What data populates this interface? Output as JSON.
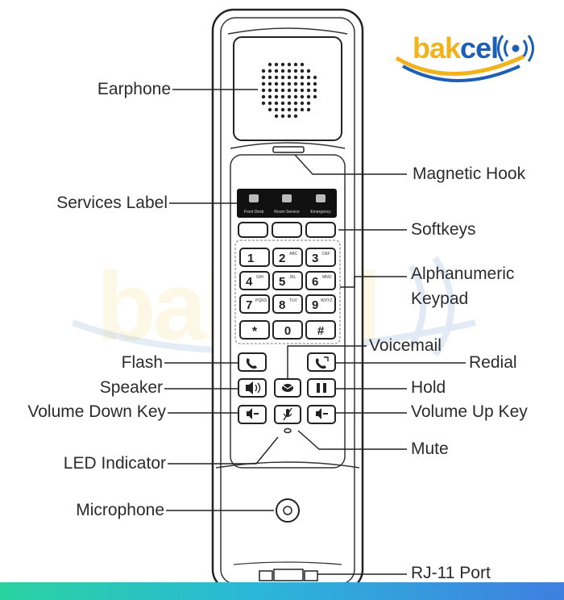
{
  "brand": {
    "part1": "bak",
    "part2": "cel"
  },
  "labels": {
    "earphone": "Earphone",
    "magnetic_hook": "Magnetic Hook",
    "services_label": "Services Label",
    "softkeys": "Softkeys",
    "alphanumeric_line1": "Alphanumeric",
    "alphanumeric_line2": "Keypad",
    "voicemail": "Voicemail",
    "flash": "Flash",
    "redial": "Redial",
    "speaker": "Speaker",
    "hold": "Hold",
    "volume_down": "Volume Down Key",
    "volume_up": "Volume Up Key",
    "mute": "Mute",
    "led": "LED Indicator",
    "microphone": "Microphone",
    "rj11": "RJ-11 Port"
  },
  "service_buttons": [
    "Front Desk",
    "Room Service",
    "Emergency"
  ],
  "keypad": [
    {
      "digit": "1",
      "letters": ""
    },
    {
      "digit": "2",
      "letters": "ABC"
    },
    {
      "digit": "3",
      "letters": "DEF"
    },
    {
      "digit": "4",
      "letters": "GHI"
    },
    {
      "digit": "5",
      "letters": "JKL"
    },
    {
      "digit": "6",
      "letters": "MNO"
    },
    {
      "digit": "7",
      "letters": "PQRS"
    },
    {
      "digit": "8",
      "letters": "TUV"
    },
    {
      "digit": "9",
      "letters": "WXYZ"
    },
    {
      "digit": "*",
      "letters": ""
    },
    {
      "digit": "0",
      "letters": ""
    },
    {
      "digit": "#",
      "letters": ""
    }
  ],
  "icons": {
    "flash": "phone-handset-icon",
    "redial": "redial-icon",
    "speaker": "speaker-icon",
    "voicemail": "envelope-icon",
    "hold": "pause-icon",
    "volume_down": "volume-down-icon",
    "mute": "mute-mic-icon",
    "volume_up": "volume-up-icon",
    "logo_signal": "wifi-signal-icon"
  },
  "colors": {
    "brand_yellow": "#f2b21b",
    "brand_blue": "#1e5fb6"
  }
}
